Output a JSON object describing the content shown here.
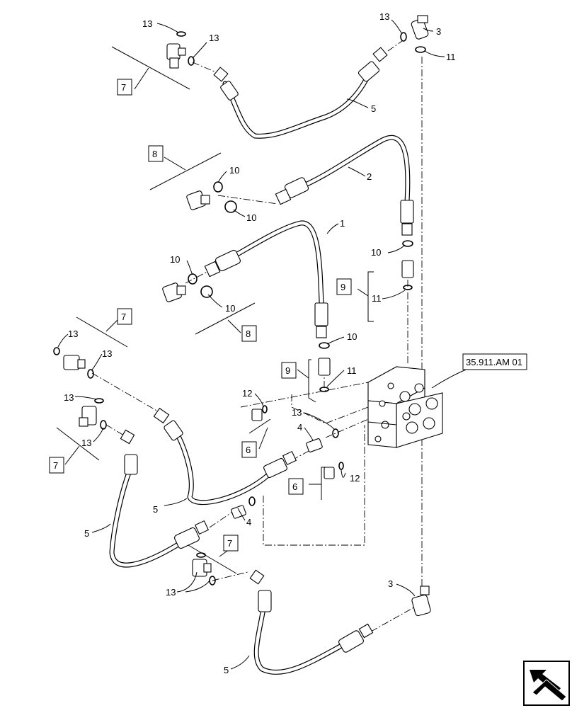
{
  "diagram": {
    "callouts": {
      "hose_1": "1",
      "hose_2": "2",
      "elbow_3_top": "3",
      "elbow_3_bottom": "3",
      "adapter_4_a": "4",
      "adapter_4_b": "4",
      "hose_5_top": "5",
      "hose_5_mid": "5",
      "hose_5_left": "5",
      "hose_5_bottom": "5",
      "plug_12_a": "12",
      "plug_12_b": "12",
      "ring_10_a": "10",
      "ring_10_b": "10",
      "ring_10_c": "10",
      "ring_10_d": "10",
      "ring_10_e": "10",
      "ring_10_f": "10",
      "ring_11_a": "11",
      "ring_11_b": "11",
      "ring_11_c": "11",
      "ring_13_a": "13",
      "ring_13_b": "13",
      "ring_13_c": "13",
      "ring_13_d": "13",
      "ring_13_e": "13",
      "ring_13_f": "13",
      "ring_13_g": "13",
      "ring_13_h": "13",
      "ring_13_i": "13",
      "ring_13_j": "13"
    },
    "kits": {
      "kit_7_a": "7",
      "kit_7_b": "7",
      "kit_7_c": "7",
      "kit_7_d": "7",
      "kit_8_a": "8",
      "kit_8_b": "8",
      "kit_9_a": "9",
      "kit_9_b": "9",
      "kit_6_a": "6",
      "kit_6_b": "6"
    },
    "reference": "35.911.AM 01",
    "icon": "next-page-arrow-icon"
  }
}
